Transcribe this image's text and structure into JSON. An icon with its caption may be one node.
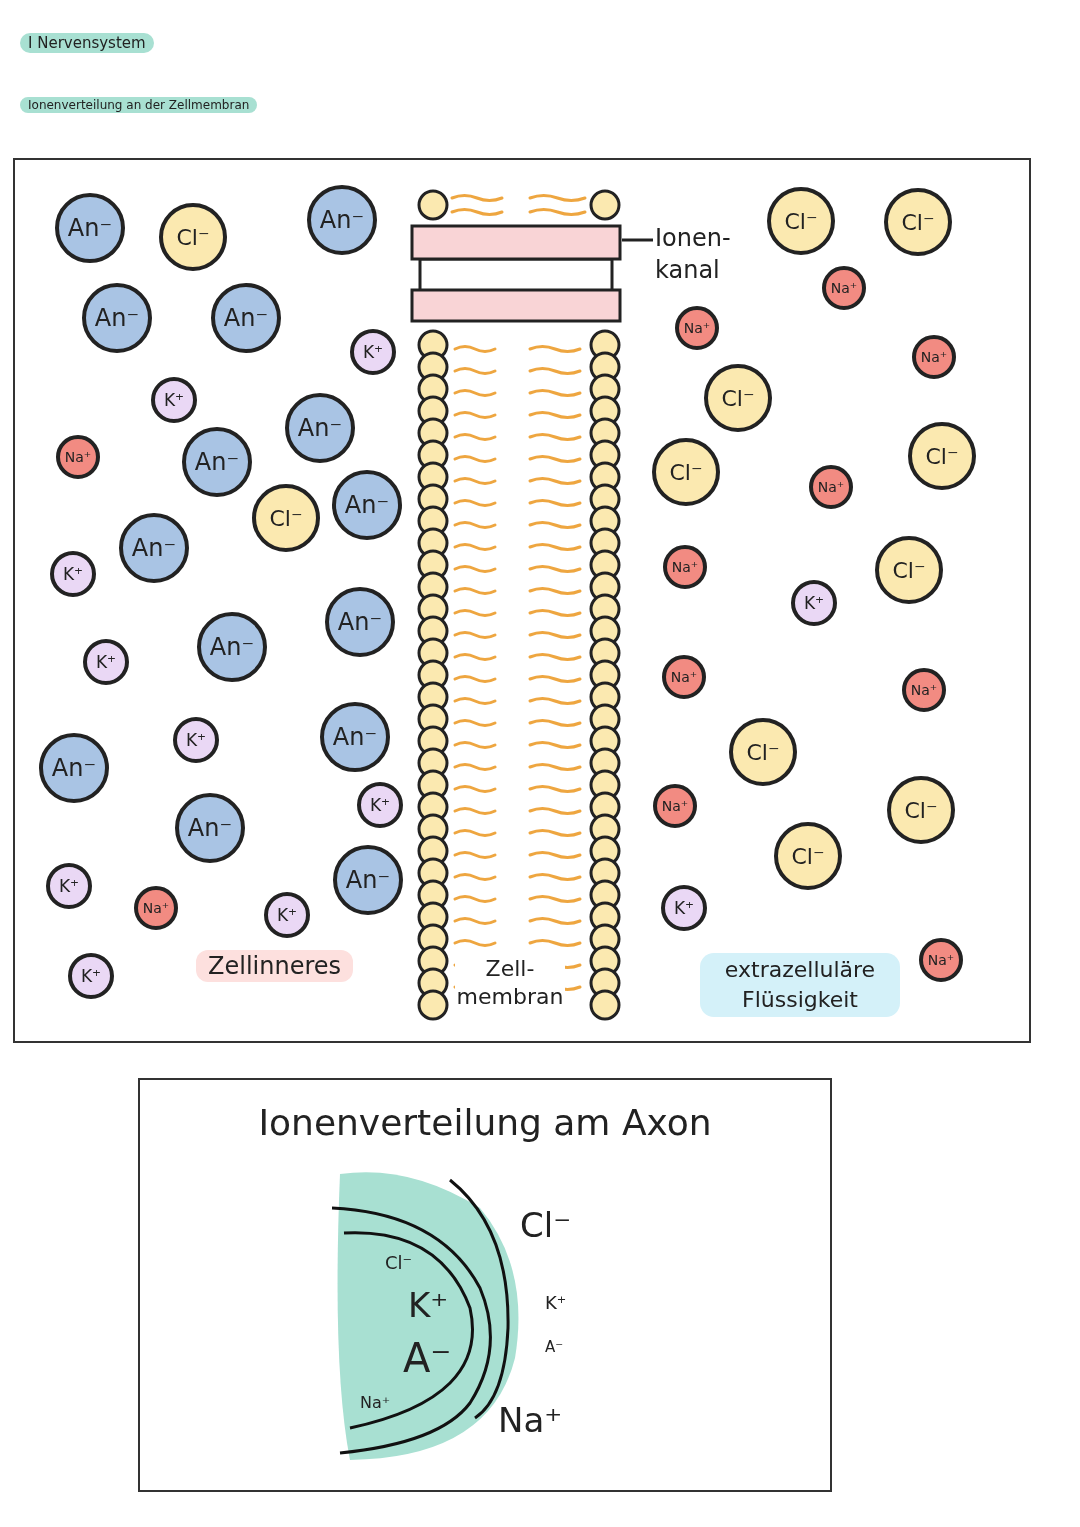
{
  "diagram": {
    "nodes": [
      {
        "text": [
          "An⁻"
        ]
      },
      {
        "text": [
          "Cl⁻"
        ]
      },
      {
        "text": [
          "An⁻"
        ]
      },
      {
        "text": [
          "An⁻"
        ]
      },
      {
        "text": [
          "An⁻"
        ]
      },
      {
        "text": [
          "K⁺"
        ]
      },
      {
        "text": [
          "K⁺"
        ]
      },
      {
        "text": [
          "An⁻"
        ]
      },
      {
        "text": [
          "Na⁺"
        ]
      },
      {
        "text": [
          "An⁻"
        ]
      },
      {
        "text": [
          "Cl⁻"
        ]
      },
      {
        "text": [
          "An⁻"
        ]
      },
      {
        "text": [
          "An⁻"
        ]
      },
      {
        "text": [
          "K⁺"
        ]
      },
      {
        "text": [
          "An⁻"
        ]
      },
      {
        "text": [
          "K⁺"
        ]
      },
      {
        "text": [
          "An⁻"
        ]
      },
      {
        "text": [
          "An⁻"
        ]
      },
      {
        "text": [
          "K⁺"
        ]
      },
      {
        "text": [
          "An⁻"
        ]
      },
      {
        "text": [
          "K⁺"
        ]
      },
      {
        "text": [
          "An⁻"
        ]
      },
      {
        "text": [
          "An⁻"
        ]
      },
      {
        "text": [
          "K⁺"
        ]
      },
      {
        "text": [
          "Na⁺"
        ]
      },
      {
        "text": [
          "K⁺"
        ]
      },
      {
        "text": [
          "K⁺"
        ]
      },
      {
        "text": [
          "Cl⁻"
        ]
      },
      {
        "text": [
          "Cl⁻"
        ]
      },
      {
        "text": [
          "Na⁺"
        ]
      },
      {
        "text": [
          "Na⁺"
        ]
      },
      {
        "text": [
          "Na⁺"
        ]
      },
      {
        "text": [
          "Cl⁻"
        ]
      },
      {
        "text": [
          "Cl⁻"
        ]
      },
      {
        "text": [
          "Cl⁻"
        ]
      },
      {
        "text": [
          "Na⁺"
        ]
      },
      {
        "text": [
          "Na⁺"
        ]
      },
      {
        "text": [
          "Cl⁻"
        ]
      },
      {
        "text": [
          "K⁺"
        ]
      },
      {
        "text": [
          "Na⁺"
        ]
      },
      {
        "text": [
          "Na⁺"
        ]
      },
      {
        "text": [
          "Cl⁻"
        ]
      },
      {
        "text": [
          "Cl⁻"
        ]
      },
      {
        "text": [
          "Na⁺"
        ]
      },
      {
        "text": [
          "Cl⁻"
        ]
      },
      {
        "text": [
          "K⁺"
        ]
      },
      {
        "text": [
          "Na⁺"
        ]
      },
      {
        "text": [
          "Ionen- kanal"
        ]
      },
      {
        "text": [],
        "shape": "box"
      },
      {
        "text": [
          "Zellinneres"
        ]
      },
      {
        "text": [
          "extrazelluläre Flüssigkeit"
        ]
      },
      {
        "text": [
          "Ionenverteilung am Axon"
        ]
      }
    ],
    "edges": [
      {
        "from": 47,
        "to": 48,
        "arrow": "none"
      }
    ],
    "labels": [
      "I Nervensystem",
      "Ionenverteilung an der Zellmembran",
      "Zell- membran",
      "Cl⁻",
      "Cl⁻",
      "K⁺",
      "K⁺",
      "A⁻",
      "A⁻",
      "Na⁺",
      "Na⁺"
    ]
  }
}
